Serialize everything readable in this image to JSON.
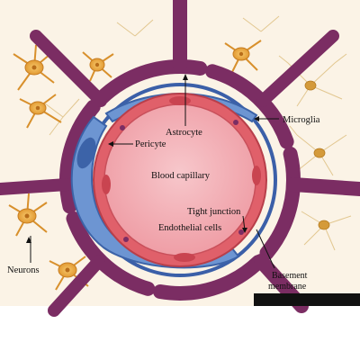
{
  "diagram": {
    "labels": {
      "astrocyte": "Astrocyte",
      "pericyte": "Pericyte",
      "blood_capillary": "Blood capillary",
      "tight_junction": "Tight junction",
      "endothelial_cells": "Endothelial cells",
      "microglia": "Microglia",
      "neurons": "Neurons",
      "basement_membrane_line1": "Basement",
      "basement_membrane_line2": "membrane"
    },
    "colors": {
      "background": "#fbf3e6",
      "astrocyte_endfeet": "#7b2d63",
      "pericyte": "#6d95d2",
      "pericyte_dark": "#3c63a8",
      "basement_membrane": "#3b5fa8",
      "endothelium": "#e0606a",
      "lumen": "#f3b6bc",
      "neuron": "#e9a845",
      "microglia": "#d49a3a"
    }
  }
}
